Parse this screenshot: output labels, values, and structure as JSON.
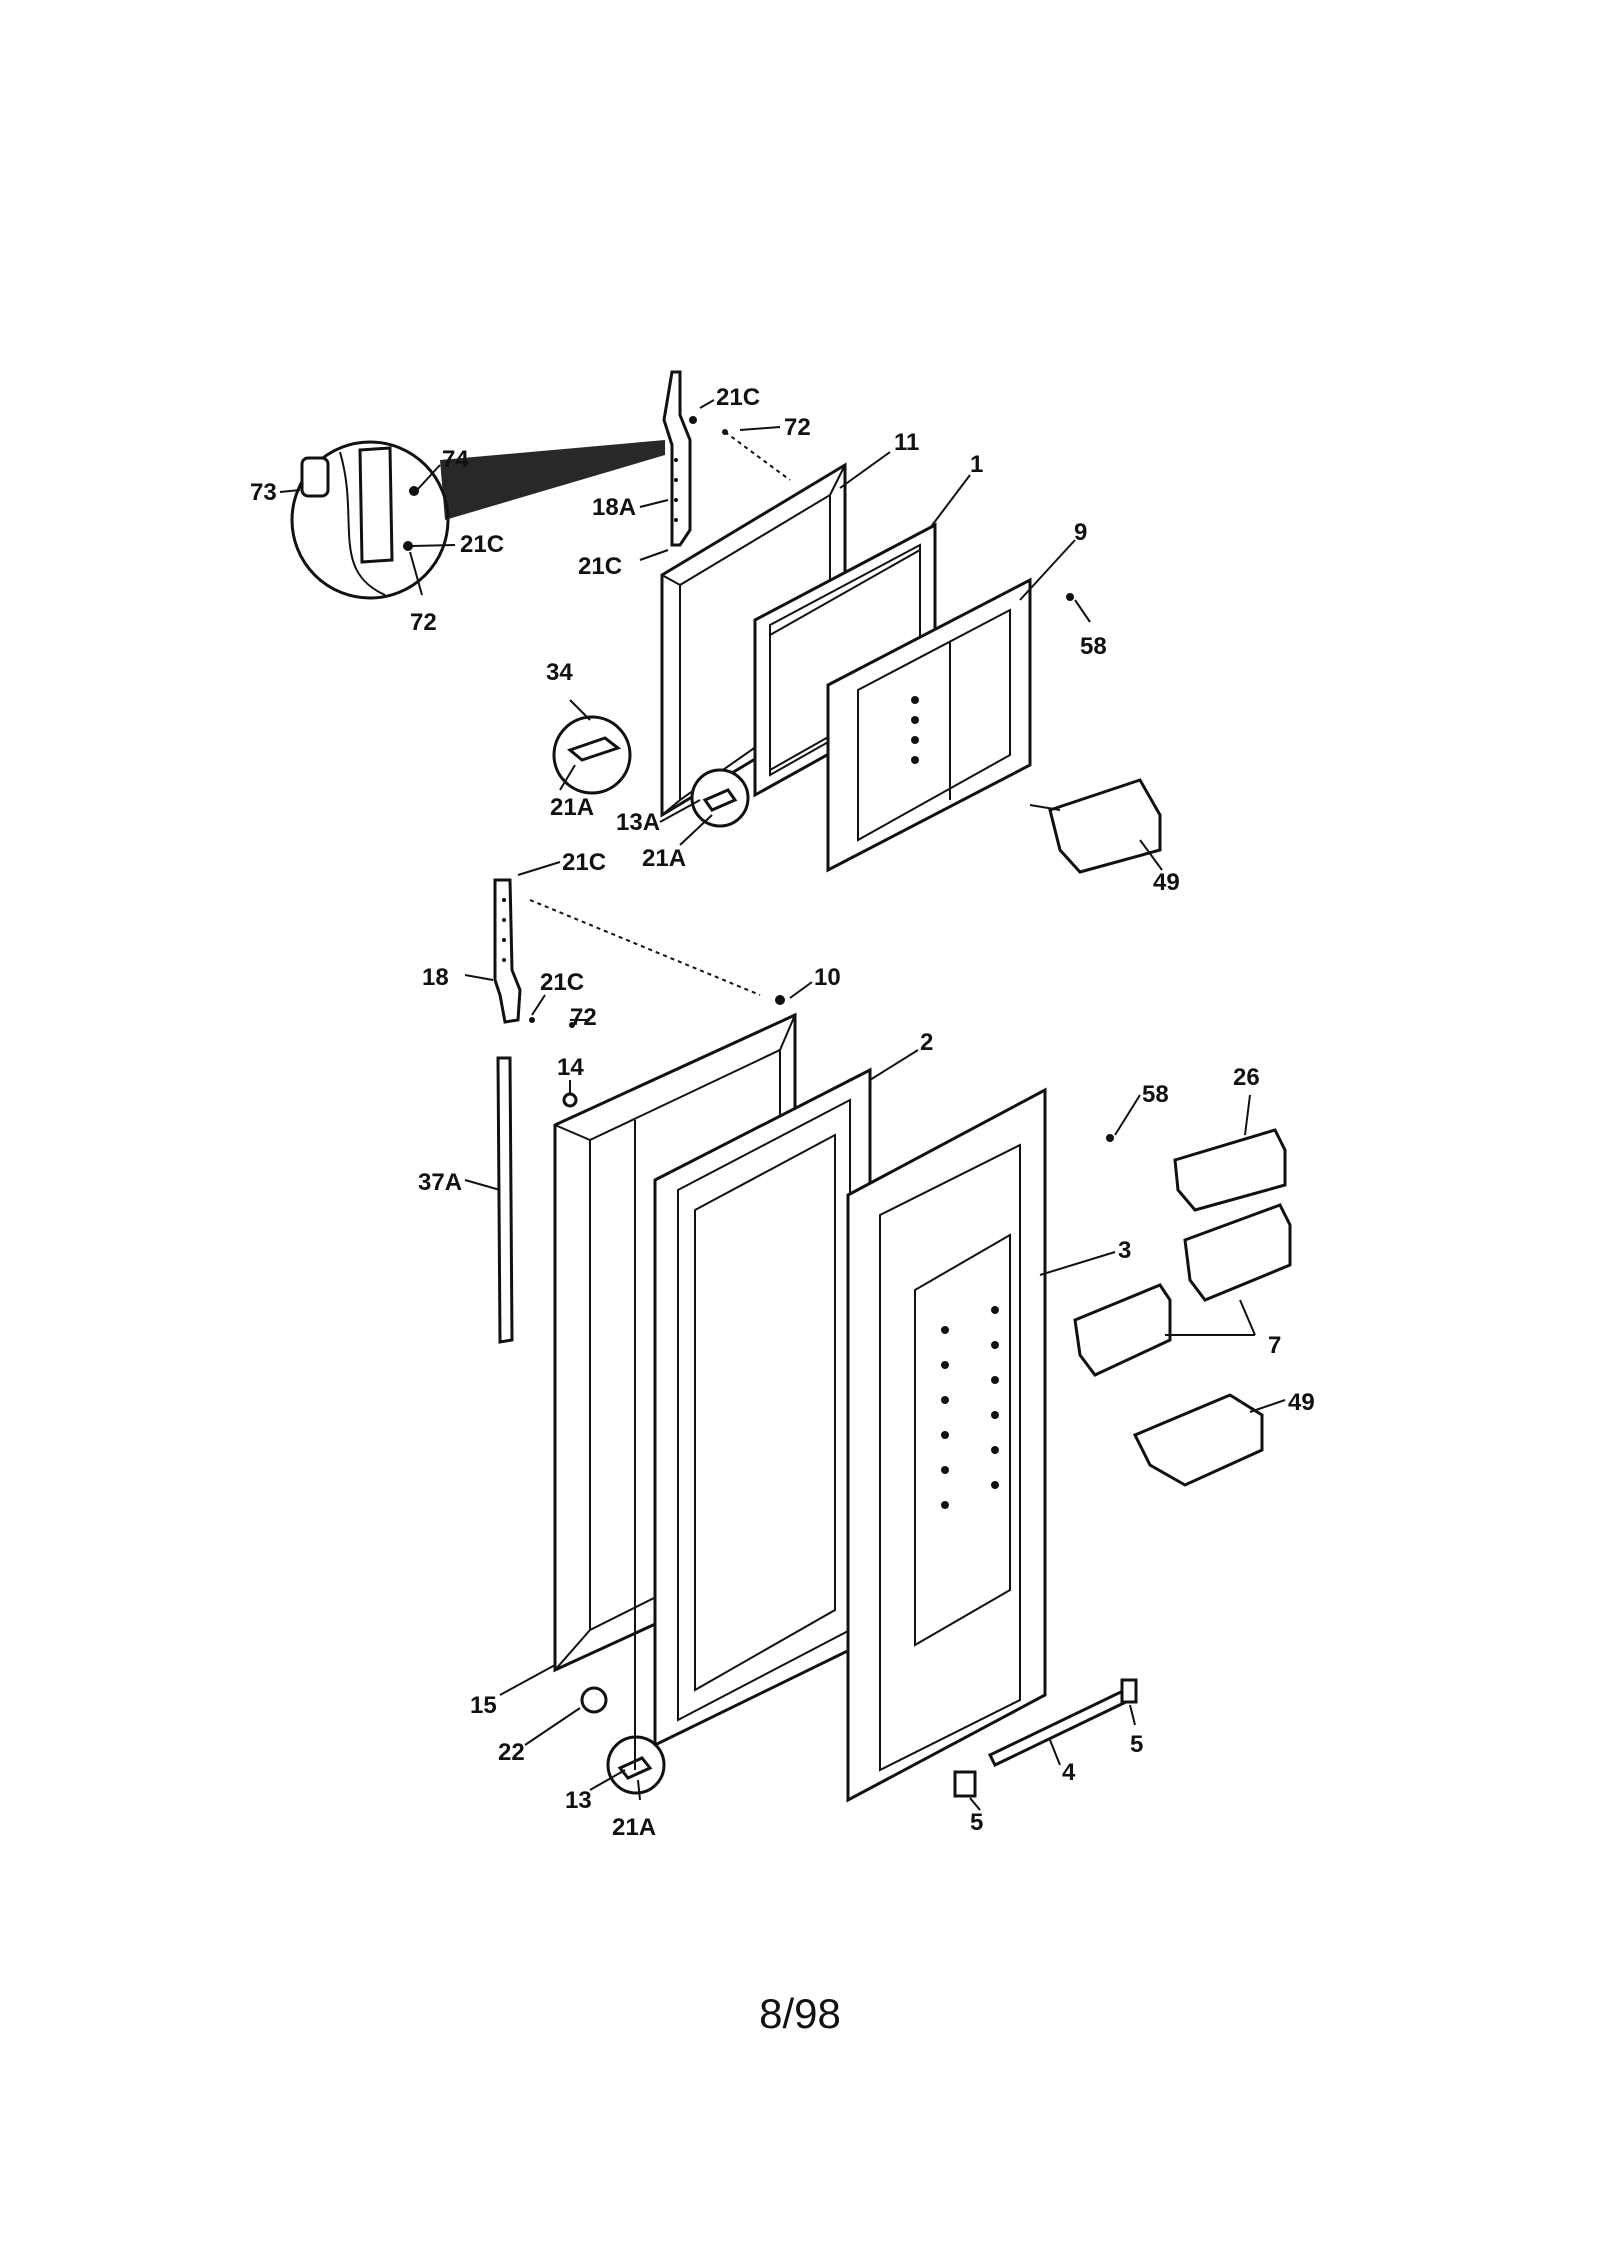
{
  "labels": {
    "l21c_a": "21C",
    "l72_a": "72",
    "l11": "11",
    "l1": "1",
    "l74": "74",
    "l73": "73",
    "l18a": "18A",
    "l21c_b": "21C",
    "l9": "9",
    "l21c_c": "21C",
    "l72_b": "72",
    "l58_a": "58",
    "l34": "34",
    "l21a_a": "21A",
    "l13a": "13A",
    "l21a_b": "21A",
    "l49_a": "49",
    "l21c_d": "21C",
    "l10": "10",
    "l18": "18",
    "l21c_e": "21C",
    "l72_c": "72",
    "l2": "2",
    "l14": "14",
    "l58_b": "58",
    "l26": "26",
    "l37a": "37A",
    "l3": "3",
    "l7": "7",
    "l49_b": "49",
    "l15": "15",
    "l5_a": "5",
    "l22": "22",
    "l4": "4",
    "l13": "13",
    "l21a_c": "21A",
    "l5_b": "5"
  },
  "footer": {
    "page": "8/98"
  }
}
